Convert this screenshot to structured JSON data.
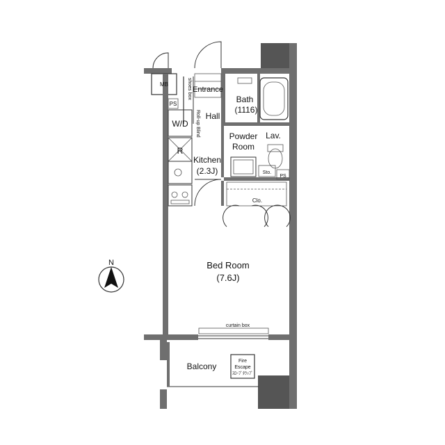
{
  "rooms": {
    "mb": "MB",
    "ps_top": "PS",
    "shoe_box": "shoes box",
    "entrance": "Entrance",
    "bath_name": "Bath",
    "bath_size": "(1116)",
    "hall": "Hall",
    "roll_up_blind": "Roll-up Blind",
    "wd": "W/D",
    "powder_line1": "Powder",
    "powder_line2": "Room",
    "lav": "Lav.",
    "refrigerator": "R",
    "kitchen_name": "Kitchen",
    "kitchen_size": "(2.3J)",
    "storage": "Sto.",
    "ps_bottom": "PS",
    "closet": "Clo.",
    "bedroom_name": "Bed Room",
    "bedroom_size": "(7.6J)",
    "curtain_box": "curtain box",
    "balcony": "Balcony",
    "fire_escape_line1": "Fire",
    "fire_escape_line2": "Escape",
    "fire_escape_line3": "ｽﾛｰﾌﾟﾀﾗｯﾌﾟ"
  },
  "compass": {
    "label": "N"
  },
  "colors": {
    "wall": "#6f6f6f",
    "structure": "#555555",
    "line": "#333333"
  }
}
